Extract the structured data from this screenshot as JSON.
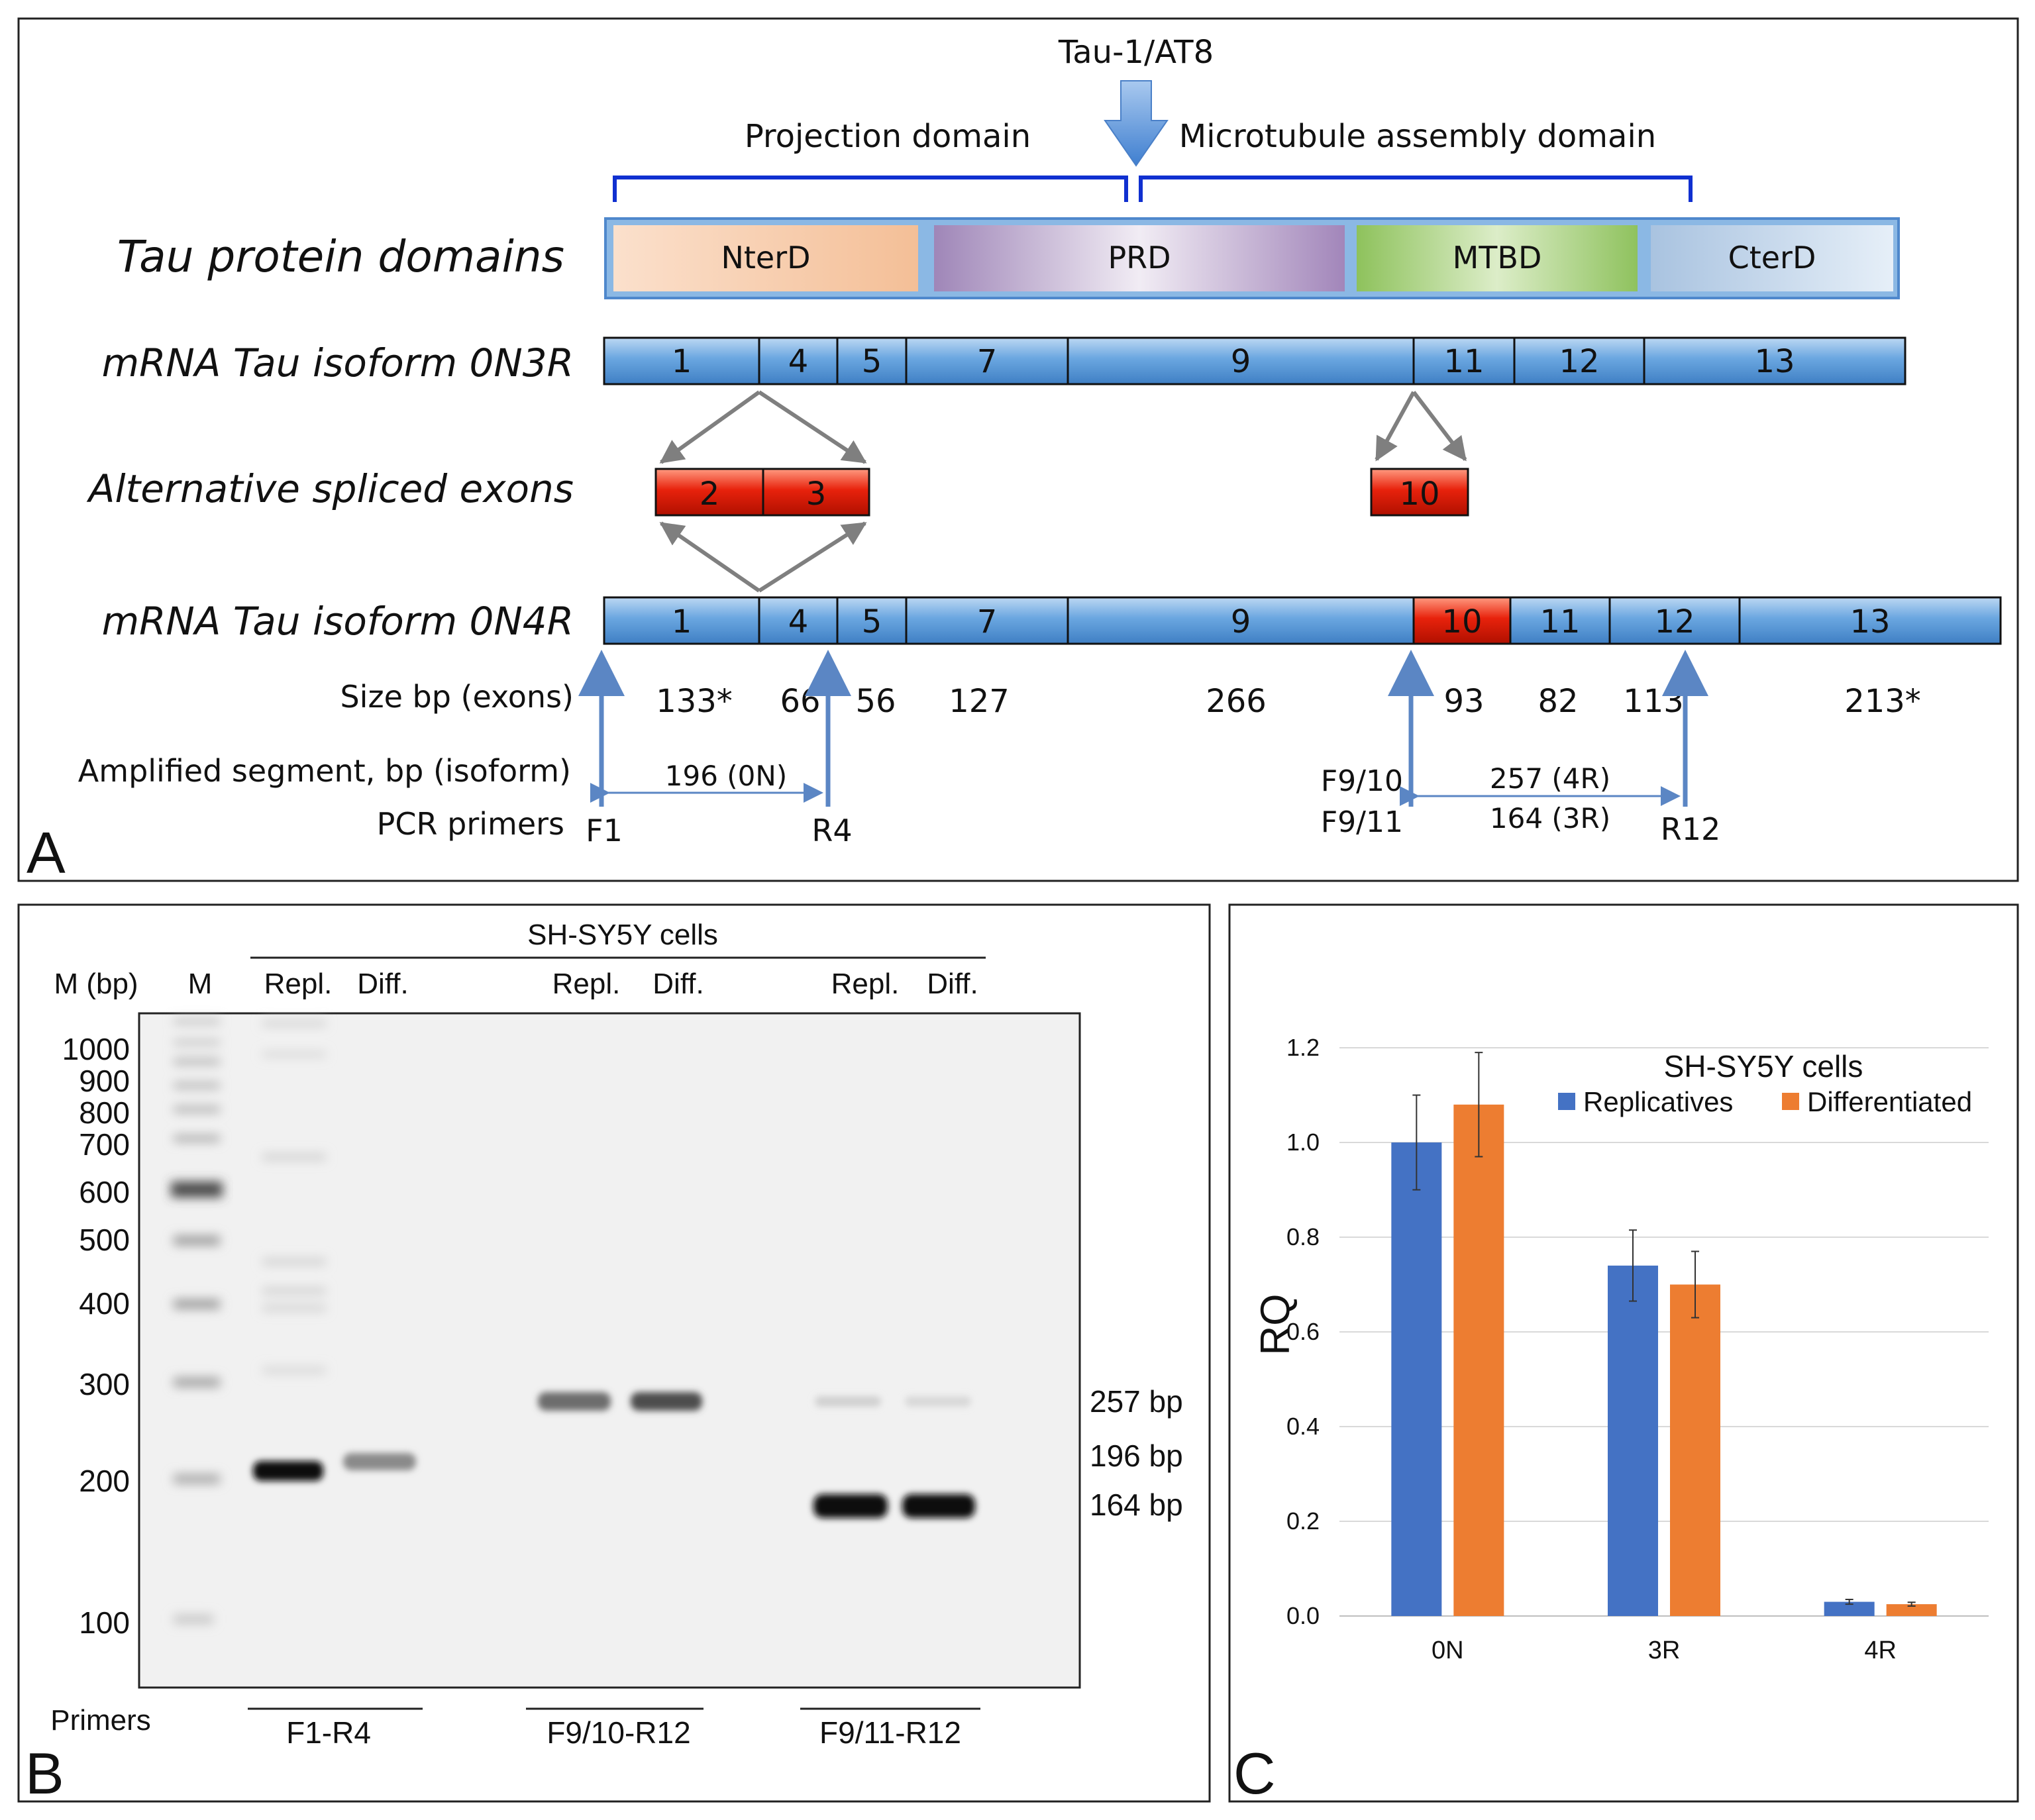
{
  "panelA": {
    "panel_letter": "A",
    "antibody": "Tau-1/AT8",
    "projection_domain": "Projection domain",
    "microtubule_domain": "Microtubule assembly domain",
    "row_labels": {
      "protein": "Tau protein domains",
      "mrna_0n3r": "mRNA Tau isoform 0N3R",
      "alt_exons": "Alternative spliced exons",
      "mrna_0n4r": "mRNA Tau isoform 0N4R",
      "size": "Size bp (exons)",
      "amplified": "Amplified segment, bp (isoform)",
      "primers": "PCR primers"
    },
    "protein_domains": [
      {
        "label": "NterD",
        "color": "#f6c7a4"
      },
      {
        "label": "PRD",
        "color": "#c9b7d6"
      },
      {
        "label": "MTBD",
        "color": "#a9cf7e"
      },
      {
        "label": "CterD",
        "color": "#c7d8ea"
      }
    ],
    "exons_0n3r": [
      "1",
      "4",
      "5",
      "7",
      "9",
      "11",
      "12",
      "13"
    ],
    "alt_exons": [
      "2",
      "3",
      "10"
    ],
    "exons_0n4r": [
      "1",
      "4",
      "5",
      "7",
      "9",
      "10",
      "11",
      "12",
      "13"
    ],
    "sizes": [
      "133*",
      "66",
      "56",
      "127",
      "266",
      "93",
      "82",
      "113",
      "213*"
    ],
    "amplicon_0n": "196 (0N)",
    "amplicon_4r": "257 (4R)",
    "amplicon_3r": "164 (3R)",
    "primer_F1": "F1",
    "primer_R4": "R4",
    "primer_F910": "F9/10",
    "primer_F911": "F9/11",
    "primer_R12": "R12",
    "colors": {
      "exon_blue": "#5b9bd5",
      "exon_red": "#e02010",
      "bracket": "#1030d0",
      "arrow": "#6a93c9"
    }
  },
  "panelB": {
    "panel_letter": "B",
    "cells_label": "SH-SY5Y cells",
    "marker_header": "M (bp)",
    "lane_M": "M",
    "lane_headers": [
      "Repl.",
      "Diff.",
      "Repl.",
      "Diff.",
      "Repl.",
      "Diff."
    ],
    "marker_sizes": [
      "1000",
      "900",
      "800",
      "700",
      "600",
      "500",
      "400",
      "300",
      "200",
      "100"
    ],
    "band_labels": [
      "257 bp",
      "196 bp",
      "164 bp"
    ],
    "primers_label": "Primers",
    "primer_sets": [
      "F1-R4",
      "F9/10-R12",
      "F9/11-R12"
    ]
  },
  "panelC": {
    "panel_letter": "C",
    "chart_data": {
      "type": "bar",
      "title": "SH-SY5Y cells",
      "ylabel": "RQ",
      "xlabel": "",
      "categories": [
        "0N",
        "3R",
        "4R"
      ],
      "series": [
        {
          "name": "Replicatives",
          "color": "#4472c4",
          "values": [
            1.0,
            0.74,
            0.03
          ],
          "errors": [
            0.1,
            0.075,
            0.005
          ]
        },
        {
          "name": "Differentiated",
          "color": "#ed7d31",
          "values": [
            1.08,
            0.7,
            0.025
          ],
          "errors": [
            0.11,
            0.07,
            0.004
          ]
        }
      ],
      "ylim": [
        0,
        1.2
      ],
      "yticks": [
        "0.0",
        "0.2",
        "0.4",
        "0.6",
        "0.8",
        "1.0",
        "1.2"
      ],
      "grid": true,
      "legend": "top"
    }
  }
}
